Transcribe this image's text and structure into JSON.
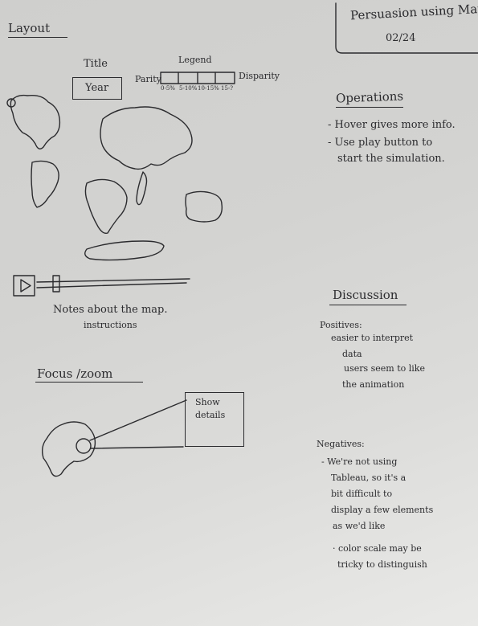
{
  "header_card": {
    "title": "Persuasion using Map",
    "date": "02/24"
  },
  "layout_section": {
    "heading": "Layout",
    "title_label": "Title",
    "year_box": "Year",
    "legend_label": "Legend",
    "legend_left": "Parity",
    "legend_right": "Disparity",
    "legend_ticks": [
      "0-5%",
      "5-10%",
      "10-15%",
      "15-?"
    ],
    "notes": "Notes about the map.",
    "instructions": "instructions"
  },
  "operations": {
    "heading": "Operations",
    "items": [
      {
        "line1": "- Hover gives more info.",
        "line2": ""
      },
      {
        "line1": "- Use play button to",
        "line2": "start the simulation."
      }
    ]
  },
  "discussion": {
    "heading": "Discussion",
    "positives_label": "Positives:",
    "positives_lines": [
      "easier to interpret",
      "data",
      "users seem to like",
      "the animation"
    ],
    "negatives_label": "Negatives:",
    "negatives_lines": [
      "- We're not using",
      "Tableau, so it's a",
      "bit difficult to",
      "display a few elements",
      "as we'd like",
      "· color scale may be",
      "tricky to distinguish"
    ]
  },
  "focus_section": {
    "heading": "Focus /zoom",
    "show_details": [
      "Show",
      "details"
    ]
  }
}
